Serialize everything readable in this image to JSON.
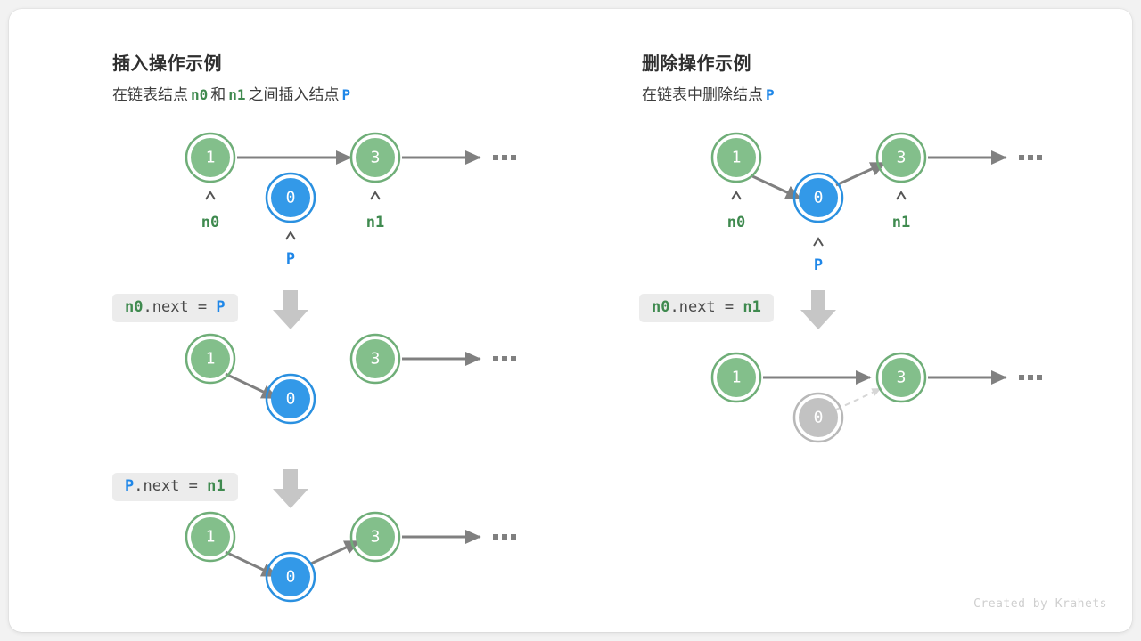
{
  "canvas": {
    "background": "#f2f2f2",
    "card_background": "#ffffff",
    "credit": "Created by Krahets"
  },
  "colors": {
    "node_green_fill": "#83bf8b",
    "node_green_ring": "#6fae78",
    "node_blue_fill": "#3399e8",
    "node_blue_ring": "#2a90e0",
    "node_gray_fill": "#c2c2c2",
    "node_gray_ring": "#b8b8b8",
    "arrow_gray": "#808080",
    "dashed_gray": "#d6d6d6",
    "label_green": "#3f8a4f",
    "label_blue": "#1f87e8",
    "code_bg": "#ececec",
    "code_text": "#4a4a4a",
    "title": "#2f2f2f"
  },
  "panels": [
    {
      "id": "insert",
      "title": "插入操作示例",
      "subtitle": {
        "parts": [
          {
            "text": "在链表结点",
            "style": "plain"
          },
          {
            "text": "n0",
            "style": "green-mono"
          },
          {
            "text": "和",
            "style": "plain"
          },
          {
            "text": "n1",
            "style": "green-mono"
          },
          {
            "text": "之间插入结点",
            "style": "plain"
          },
          {
            "text": "P",
            "style": "blue-mono"
          }
        ]
      },
      "steps": [
        {
          "label": null,
          "nodes": [
            {
              "value": "1",
              "color": "green",
              "tag": "n0",
              "tag_color": "green"
            },
            {
              "value": "0",
              "color": "blue",
              "tag": "P",
              "tag_color": "blue"
            },
            {
              "value": "3",
              "color": "green",
              "tag": "n1",
              "tag_color": "green"
            }
          ],
          "ellipsis": true
        },
        {
          "label": {
            "tokens": [
              {
                "text": "n0",
                "color": "green"
              },
              {
                "text": ".next = ",
                "color": "dark"
              },
              {
                "text": "P",
                "color": "blue"
              }
            ]
          },
          "nodes": [
            {
              "value": "1",
              "color": "green",
              "tag": null,
              "tag_color": null
            },
            {
              "value": "0",
              "color": "blue",
              "tag": null,
              "tag_color": null
            },
            {
              "value": "3",
              "color": "green",
              "tag": null,
              "tag_color": null
            }
          ],
          "ellipsis": true
        },
        {
          "label": {
            "tokens": [
              {
                "text": "P",
                "color": "blue"
              },
              {
                "text": ".next = ",
                "color": "dark"
              },
              {
                "text": "n1",
                "color": "green"
              }
            ]
          },
          "nodes": [
            {
              "value": "1",
              "color": "green",
              "tag": null,
              "tag_color": null
            },
            {
              "value": "0",
              "color": "blue",
              "tag": null,
              "tag_color": null
            },
            {
              "value": "3",
              "color": "green",
              "tag": null,
              "tag_color": null
            }
          ],
          "ellipsis": true
        }
      ]
    },
    {
      "id": "delete",
      "title": "删除操作示例",
      "subtitle": {
        "parts": [
          {
            "text": "在链表中删除结点",
            "style": "plain"
          },
          {
            "text": "P",
            "style": "blue-mono"
          }
        ]
      },
      "steps": [
        {
          "label": null,
          "nodes": [
            {
              "value": "1",
              "color": "green",
              "tag": "n0",
              "tag_color": "green"
            },
            {
              "value": "0",
              "color": "blue",
              "tag": "P",
              "tag_color": "blue"
            },
            {
              "value": "3",
              "color": "green",
              "tag": "n1",
              "tag_color": "green"
            }
          ],
          "ellipsis": true
        },
        {
          "label": {
            "tokens": [
              {
                "text": "n0",
                "color": "green"
              },
              {
                "text": ".next = ",
                "color": "dark"
              },
              {
                "text": "n1",
                "color": "green"
              }
            ]
          },
          "nodes": [
            {
              "value": "1",
              "color": "green",
              "tag": null,
              "tag_color": null
            },
            {
              "value": "0",
              "color": "gray",
              "tag": null,
              "tag_color": null
            },
            {
              "value": "3",
              "color": "green",
              "tag": null,
              "tag_color": null
            }
          ],
          "ellipsis": true
        }
      ]
    }
  ],
  "text": {
    "insert_title": "插入操作示例",
    "delete_title": "删除操作示例",
    "insert_sub_1": "在链表结点",
    "insert_sub_n0": "n0",
    "insert_sub_2": "和",
    "insert_sub_n1": "n1",
    "insert_sub_3": "之间插入结点",
    "insert_sub_p": "P",
    "delete_sub_1": "在链表中删除结点",
    "delete_sub_p": "P",
    "code_insert_1_a": "n0",
    "code_insert_1_b": ".next = ",
    "code_insert_1_c": "P",
    "code_insert_2_a": "P",
    "code_insert_2_b": ".next = ",
    "code_insert_2_c": "n1",
    "code_delete_1_a": "n0",
    "code_delete_1_b": ".next = ",
    "code_delete_1_c": "n1",
    "node_1": "1",
    "node_0": "0",
    "node_3": "3",
    "tag_n0": "n0",
    "tag_n1": "n1",
    "tag_p": "P",
    "credit": "Created by Krahets"
  }
}
